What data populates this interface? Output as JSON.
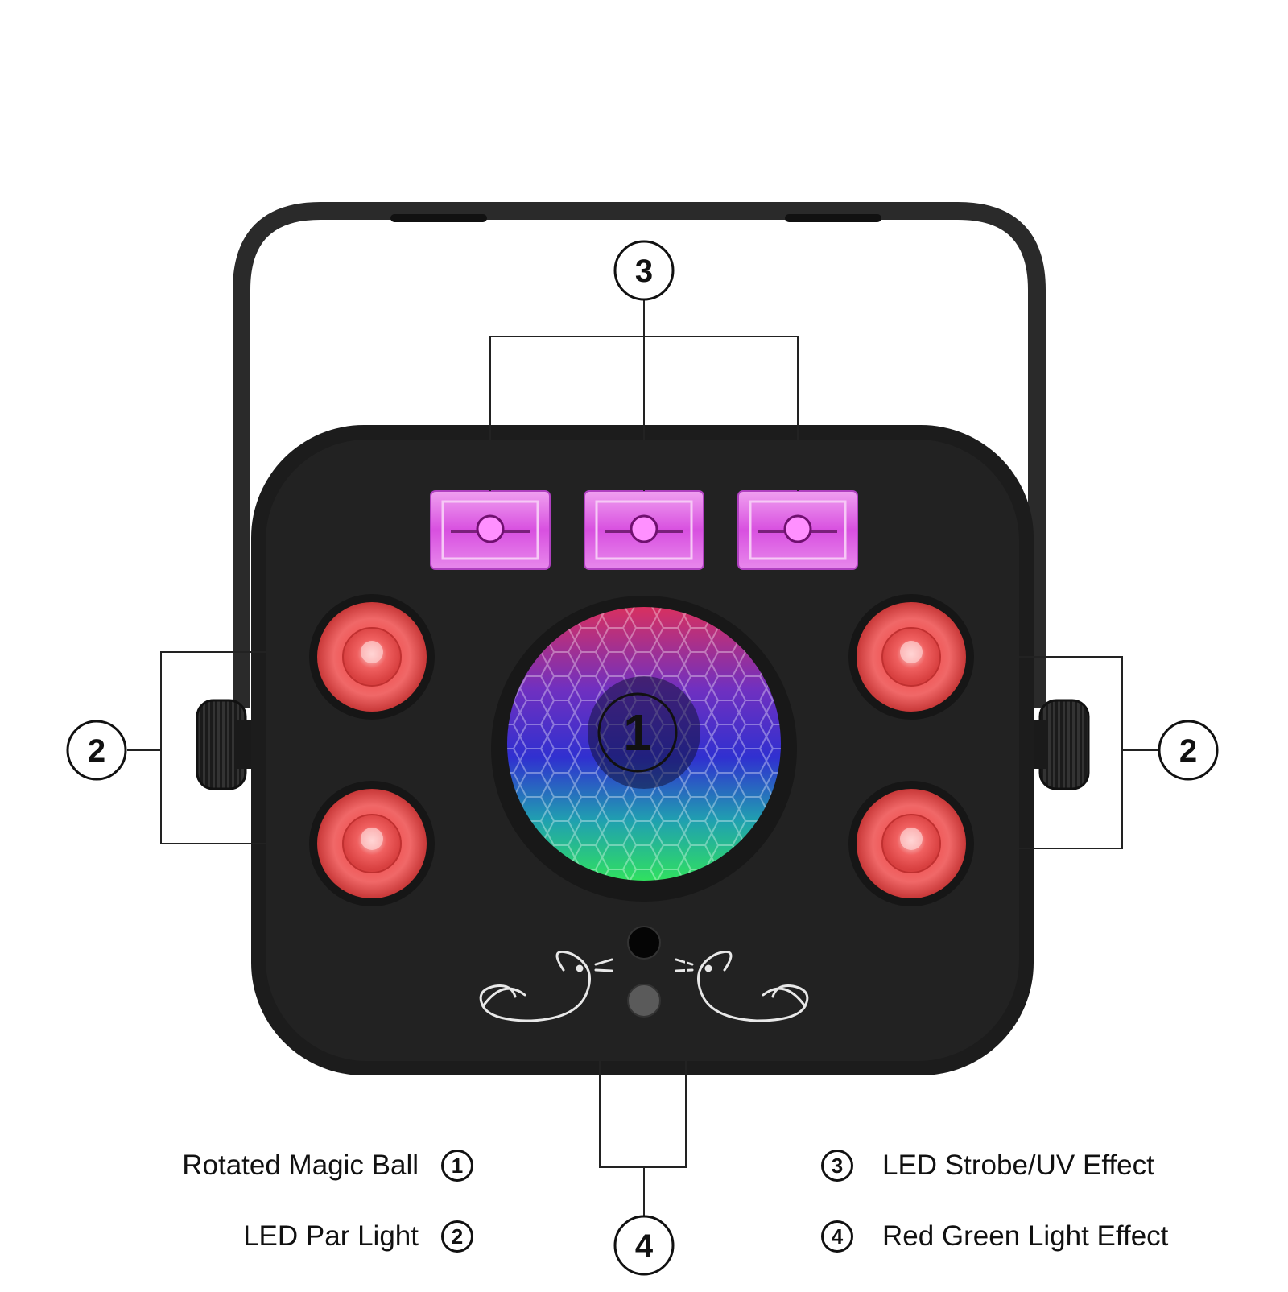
{
  "callouts": {
    "strobe_top": "3",
    "par_left": "2",
    "par_right": "2",
    "ball_center": "1",
    "sensor_bottom": "4"
  },
  "legend": [
    {
      "number": "1",
      "label": "Rotated Magic Ball"
    },
    {
      "number": "2",
      "label": "LED Par Light"
    },
    {
      "number": "3",
      "label": "LED Strobe/UV Effect"
    },
    {
      "number": "4",
      "label": "Red Green Light Effect"
    }
  ],
  "colors": {
    "housing": "#1c1c1c",
    "bracket": "#2a2a2a",
    "uv_magenta": "#e070e8",
    "par_red": "#f05858",
    "ball_blue": "#3030c8",
    "ball_green": "#30d880",
    "line": "#222222"
  }
}
